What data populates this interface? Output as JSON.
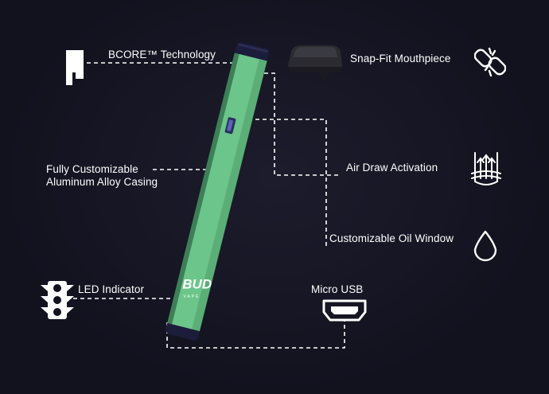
{
  "features": {
    "bcore": "BCORE™ Technology",
    "mouthpiece": "Snap-Fit Mouthpiece",
    "casing_line1": "Fully Customizable",
    "casing_line2": "Aluminum Alloy Casing",
    "air_draw": "Air Draw Activation",
    "oil_window": "Customizable Oil Window",
    "led": "LED Indicator",
    "usb": "Micro USB"
  },
  "brand": {
    "logo_text": "BUD",
    "logo_sub": "VAPE"
  },
  "colors": {
    "background": "#12121f",
    "device_body": "#6cc58a",
    "device_cap": "#1c1d3a",
    "leader_line": "#ffffff"
  },
  "icons": {
    "bcore": "bcore-icon",
    "mouthpiece": "broken-link-icon",
    "air_draw": "air-flow-icon",
    "oil_window": "droplet-icon",
    "led": "traffic-light-icon",
    "usb": "micro-usb-icon"
  }
}
